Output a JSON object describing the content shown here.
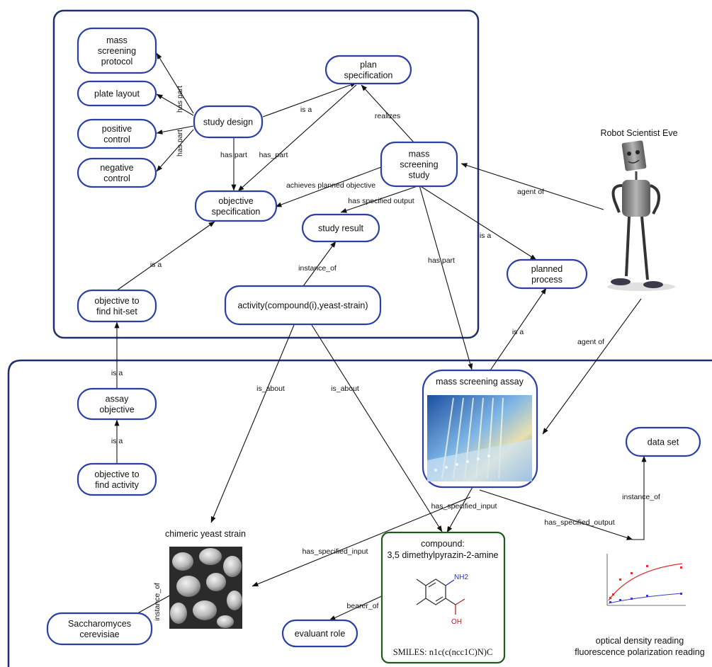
{
  "nodes": {
    "mass_screening_protocol": [
      "mass",
      "screening",
      "protocol"
    ],
    "plate_layout": [
      "plate layout"
    ],
    "positive_control": [
      "positive",
      "control"
    ],
    "negative_control": [
      "negative",
      "control"
    ],
    "study_design": [
      "study design"
    ],
    "plan_specification": [
      "plan",
      "specification"
    ],
    "mass_screening_study": [
      "mass",
      "screening",
      "study"
    ],
    "objective_specification": [
      "objective",
      "specification"
    ],
    "study_result": [
      "study result"
    ],
    "objective_hitset": [
      "objective to",
      "find hit-set"
    ],
    "activity": [
      "activity(compound(i),yeast-strain)"
    ],
    "planned_process": [
      "planned",
      "process"
    ],
    "assay_objective": [
      "assay",
      "objective"
    ],
    "objective_activity": [
      "objective to",
      "find activity"
    ],
    "mass_screening_assay": [
      "mass screening assay"
    ],
    "data_set": [
      "data set"
    ],
    "compound": [
      "compound:",
      "3,5 dimethylpyrazin-2-amine"
    ],
    "evaluant_role": [
      "evaluant role"
    ],
    "saccharomyces": [
      "Saccharomyces",
      "cerevisiae"
    ]
  },
  "edges": {
    "has_part_1": "has part",
    "has_part_2": "has part",
    "is_a_plan": "is a",
    "realizes": "realizes",
    "has_part_study": "has part",
    "has_part_under": "has_part",
    "achieves": "achieves planned objective",
    "has_specified_output_result": "has specified output",
    "is_a_process": "is a",
    "agent_of_study": "agent of",
    "is_a_objective": "is a",
    "instance_of_activity": "instance_of",
    "has_part_assay": "has part",
    "is_a_assay": "is a",
    "agent_of_assay": "agent of",
    "is_a_hitset": "is a",
    "is_a_assayobj": "is a",
    "is_about_1": "is_about",
    "is_about_2": "is_about",
    "has_specified_input_compound": "has_specified_input",
    "has_specified_input_yeast": "has_specified_input",
    "has_specified_output_data": "has_specified_output",
    "instance_of_data": "instance_of",
    "bearer_of": "bearer_of",
    "instance_of_yeast": "instance_of"
  },
  "captions": {
    "robot": "Robot Scientist Eve",
    "chimeric": "chimeric yeast strain",
    "smiles": "SMILES: n1c(c(ncc1C)N)C",
    "optical": "optical density reading",
    "fluorescence": "fluorescence polarization reading"
  },
  "molecule_labels": {
    "nh2": "NH2",
    "oh": "OH"
  },
  "colors": {
    "node_border": "#2b3fa6",
    "compound_border": "#1f5a1f",
    "frame_border": "#1f2f6b",
    "arrow": "#111111"
  }
}
